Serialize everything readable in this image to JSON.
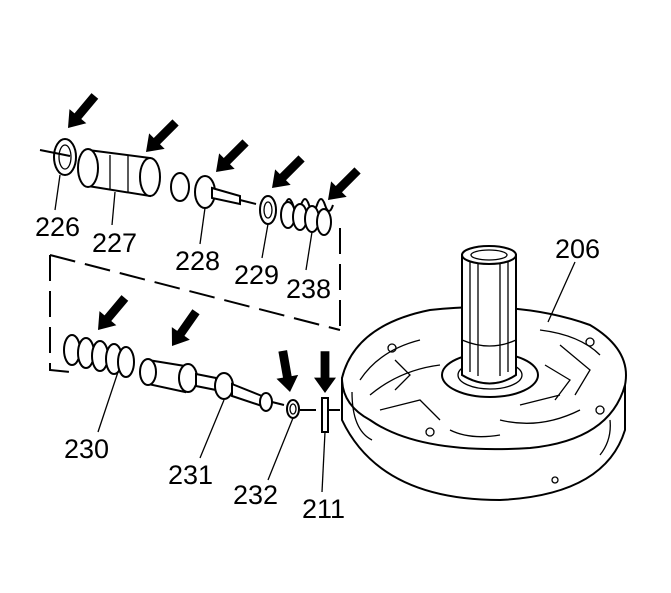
{
  "callouts": [
    {
      "id": "226",
      "label": "226"
    },
    {
      "id": "227",
      "label": "227"
    },
    {
      "id": "228",
      "label": "228"
    },
    {
      "id": "229",
      "label": "229"
    },
    {
      "id": "238",
      "label": "238"
    },
    {
      "id": "206",
      "label": "206"
    },
    {
      "id": "230",
      "label": "230"
    },
    {
      "id": "231",
      "label": "231"
    },
    {
      "id": "232",
      "label": "232"
    },
    {
      "id": "211",
      "label": "211"
    }
  ]
}
